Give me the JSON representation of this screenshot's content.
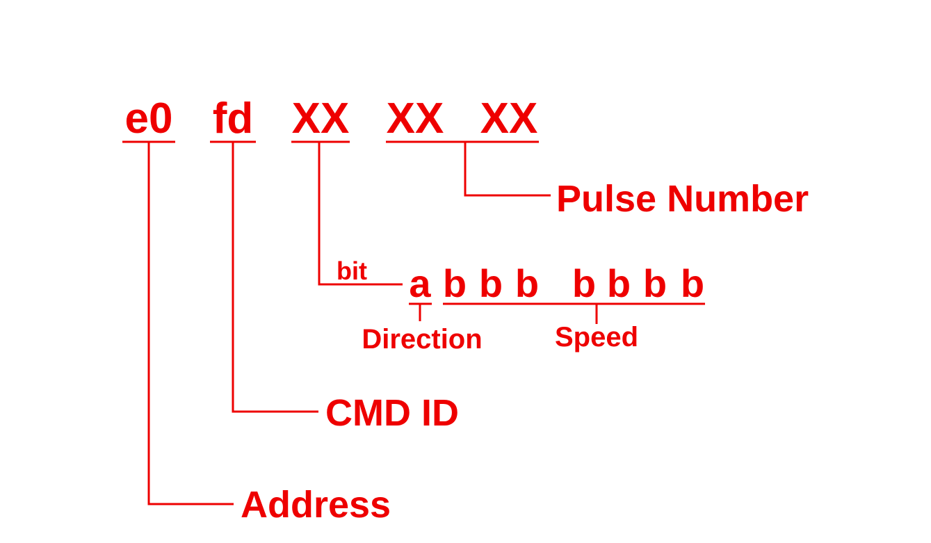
{
  "frame": {
    "bytes": [
      "e0",
      "fd",
      "XX",
      "XX",
      "XX"
    ]
  },
  "labels": {
    "pulse_number": "Pulse Number",
    "bit": "bit",
    "direction": "Direction",
    "speed": "Speed",
    "cmd_id": "CMD ID",
    "address": "Address"
  },
  "bits": [
    "a",
    "b",
    "b",
    "b",
    "b",
    "b",
    "b",
    "b"
  ],
  "colors": {
    "accent": "#ee0000",
    "background": "#ffffff"
  }
}
